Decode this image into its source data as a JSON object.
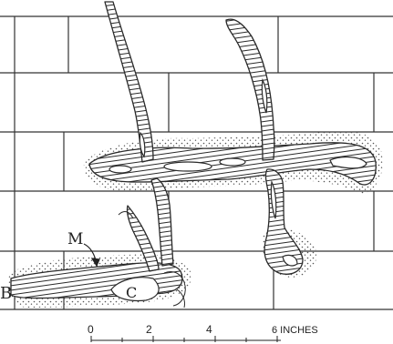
{
  "labels": {
    "m": "M",
    "b": "B",
    "c": "C"
  },
  "scale": {
    "ticks": [
      "0",
      "2",
      "4",
      "6 INCHES"
    ]
  },
  "colors": {
    "ink": "#2a2a2a",
    "paper": "#ffffff",
    "stipple": "#555555"
  }
}
